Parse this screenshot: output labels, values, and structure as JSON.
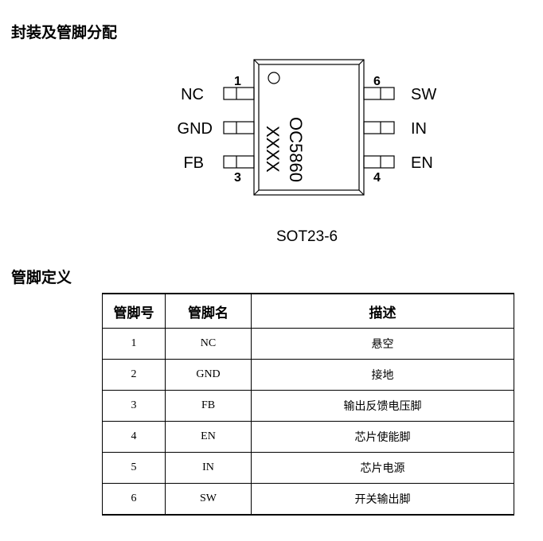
{
  "headings": {
    "package": "封装及管脚分配",
    "definition": "管脚定义"
  },
  "chip": {
    "marking": "OC5860",
    "lot": "XXXX",
    "package": "SOT23-6",
    "left_pins": [
      {
        "num": "1",
        "name": "NC"
      },
      {
        "name": "GND"
      },
      {
        "num": "3",
        "name": "FB"
      }
    ],
    "right_pins": [
      {
        "num": "6",
        "name": "SW"
      },
      {
        "name": "IN"
      },
      {
        "num": "4",
        "name": "EN"
      }
    ]
  },
  "table": {
    "headers": [
      "管脚号",
      "管脚名",
      "描述"
    ],
    "rows": [
      [
        "1",
        "NC",
        "悬空"
      ],
      [
        "2",
        "GND",
        "接地"
      ],
      [
        "3",
        "FB",
        "输出反馈电压脚"
      ],
      [
        "4",
        "EN",
        "芯片使能脚"
      ],
      [
        "5",
        "IN",
        "芯片电源"
      ],
      [
        "6",
        "SW",
        "开关输出脚"
      ]
    ]
  }
}
